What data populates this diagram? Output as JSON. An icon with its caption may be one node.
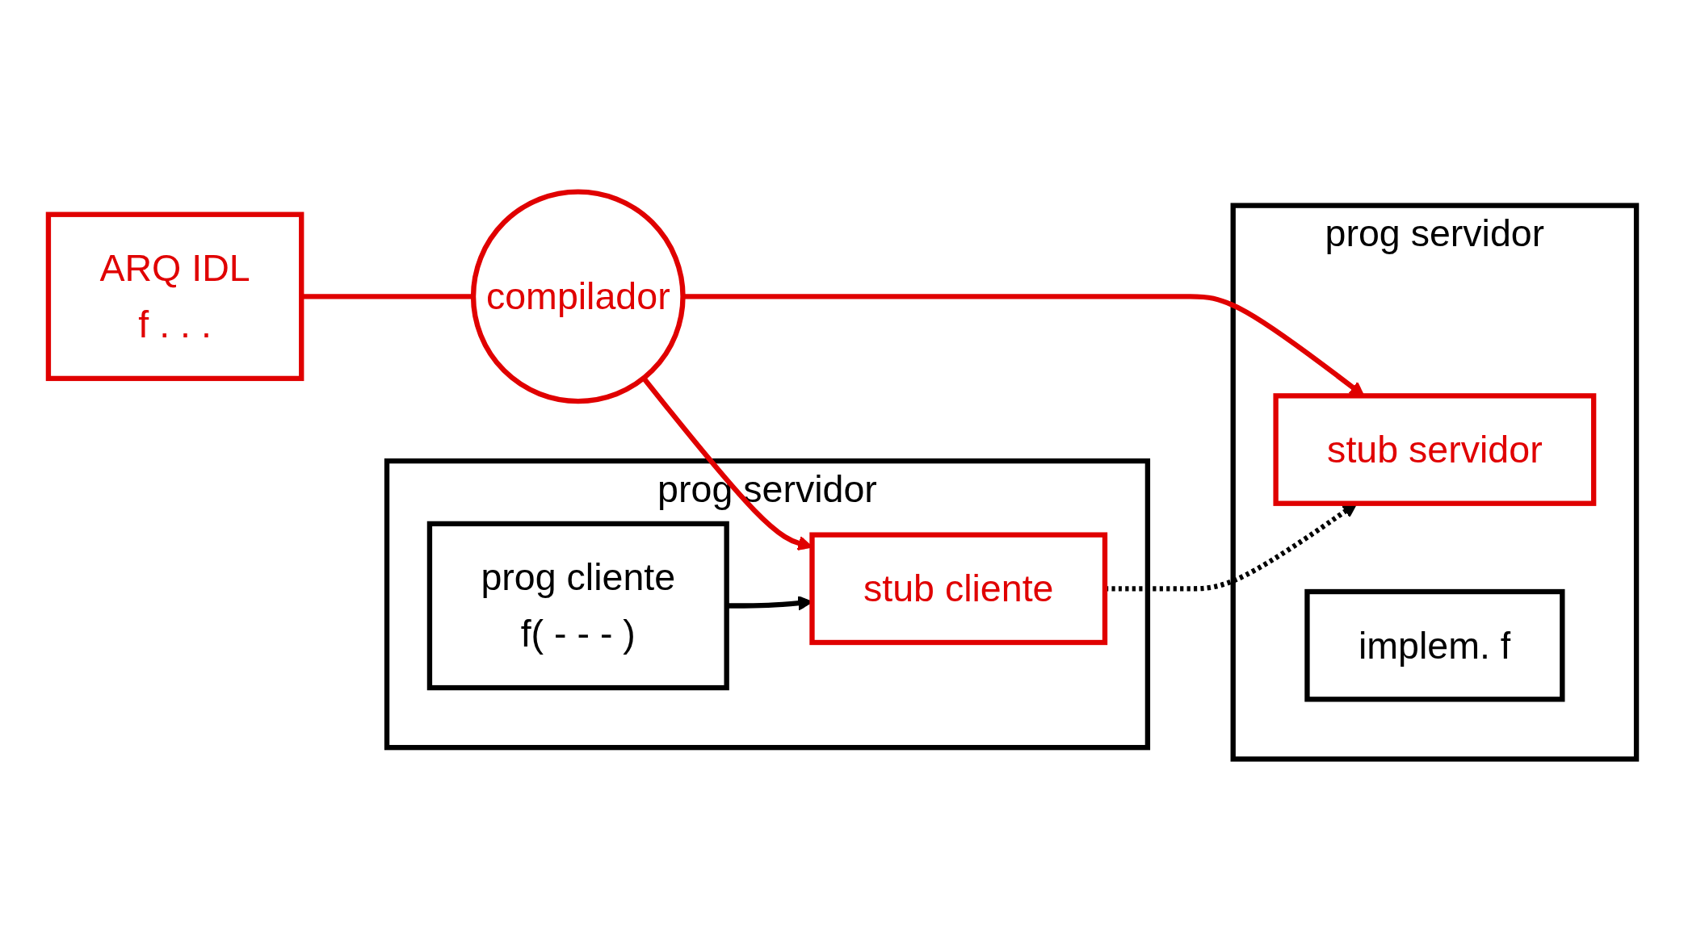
{
  "diagram": {
    "nodes": [
      {
        "text": [
          "prog servidor"
        ]
      },
      {
        "text": [
          "stub cliente"
        ],
        "in": 0
      },
      {
        "text": [
          "prog cliente",
          "f( - - - )"
        ],
        "in": 0
      },
      {
        "text": [
          "ARQ IDL",
          "f . . ."
        ]
      },
      {
        "text": [
          "compilador"
        ]
      },
      {
        "text": [
          "prog servidor"
        ]
      },
      {
        "text": [
          "stub servidor"
        ],
        "in": 5
      },
      {
        "text": [
          "implem. f"
        ],
        "in": 5
      }
    ],
    "edges": [
      {
        "from": 3,
        "to": 4,
        "arrow": "none"
      },
      {
        "from": 4,
        "to": 1,
        "arrow": "to"
      },
      {
        "from": 4,
        "to": 6,
        "arrow": "to"
      },
      {
        "from": 2,
        "to": 1,
        "arrow": "to",
        "color": "#000000"
      },
      {
        "from": 1,
        "to": 6,
        "arrow": "to",
        "style": "dashed",
        "color": "#000000"
      }
    ]
  }
}
